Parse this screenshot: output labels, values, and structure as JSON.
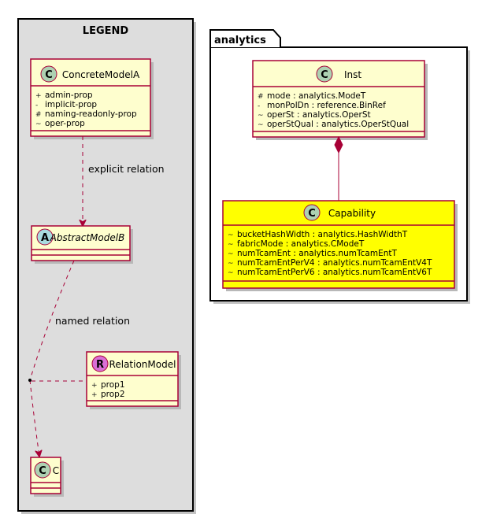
{
  "legend": {
    "title": "LEGEND",
    "concrete": {
      "stereotype": "C",
      "name": "ConcreteModelA",
      "members": [
        {
          "vis": "+",
          "text": "admin-prop"
        },
        {
          "vis": "-",
          "text": "implicit-prop"
        },
        {
          "vis": "#",
          "text": "naming-readonly-prop"
        },
        {
          "vis": "~",
          "text": "oper-prop"
        }
      ]
    },
    "abstract": {
      "stereotype": "A",
      "name": "AbstractModelB"
    },
    "relation_model": {
      "stereotype": "R",
      "name": "RelationModel",
      "members": [
        {
          "vis": "+",
          "text": "prop1"
        },
        {
          "vis": "+",
          "text": "prop2"
        }
      ]
    },
    "c_class": {
      "stereotype": "C",
      "name": "C"
    },
    "explicit_label": "explicit relation",
    "named_label": "named relation"
  },
  "analytics": {
    "title": "analytics",
    "inst": {
      "stereotype": "C",
      "name": "Inst",
      "members": [
        {
          "vis": "#",
          "text": "mode : analytics.ModeT"
        },
        {
          "vis": "-",
          "text": "monPolDn : reference.BinRef"
        },
        {
          "vis": "~",
          "text": "operSt : analytics.OperSt"
        },
        {
          "vis": "~",
          "text": "operStQual : analytics.OperStQual"
        }
      ]
    },
    "capability": {
      "stereotype": "C",
      "name": "Capability",
      "members": [
        {
          "vis": "~",
          "text": "bucketHashWidth : analytics.HashWidthT"
        },
        {
          "vis": "~",
          "text": "fabricMode : analytics.CModeT"
        },
        {
          "vis": "~",
          "text": "numTcamEnt : analytics.numTcamEntT"
        },
        {
          "vis": "~",
          "text": "numTcamEntPerV4 : analytics.numTcamEntV4T"
        },
        {
          "vis": "~",
          "text": "numTcamEntPerV6 : analytics.numTcamEntV6T"
        }
      ]
    },
    "colors": {
      "capability_fill": "#FFFF00"
    }
  },
  "colors": {
    "class_fill": "#FEFECE",
    "border": "#A80036",
    "legend_bg": "#DDDDDD",
    "badge_class": "#ADD1B2",
    "badge_abstract": "#A9DCDF",
    "badge_relation": "#DA70D6"
  }
}
